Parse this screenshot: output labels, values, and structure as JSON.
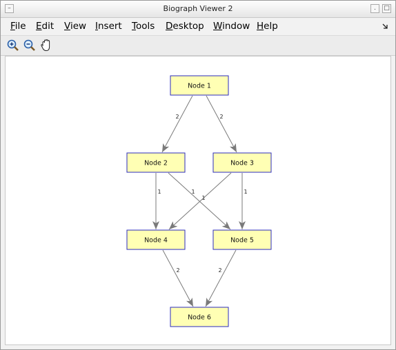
{
  "window": {
    "title": "Biograph Viewer 2",
    "controls": [
      "minimize",
      "maximize",
      "close"
    ]
  },
  "menubar": {
    "items": [
      {
        "label": "File",
        "mnemonic": "F",
        "rest": "ile"
      },
      {
        "label": "Edit",
        "mnemonic": "E",
        "rest": "dit"
      },
      {
        "label": "View",
        "mnemonic": "V",
        "rest": "iew"
      },
      {
        "label": "Insert",
        "mnemonic": "I",
        "rest": "nsert"
      },
      {
        "label": "Tools",
        "mnemonic": "T",
        "rest": "ools"
      },
      {
        "label": "Desktop",
        "mnemonic": "D",
        "rest": "esktop"
      },
      {
        "label": "Window",
        "mnemonic": "W",
        "rest": "indow"
      },
      {
        "label": "Help",
        "mnemonic": "H",
        "rest": "elp"
      }
    ],
    "dock_icon": "dock-arrow-icon"
  },
  "toolbar": {
    "tools": [
      {
        "name": "zoom-in-icon"
      },
      {
        "name": "zoom-out-icon"
      },
      {
        "name": "pan-hand-icon"
      }
    ]
  },
  "graph": {
    "node_fill": "#ffffb4",
    "node_stroke": "#2b2bbd",
    "edge_color": "#7a7a7a",
    "nodes": [
      {
        "id": "n1",
        "label": "Node 1"
      },
      {
        "id": "n2",
        "label": "Node 2"
      },
      {
        "id": "n3",
        "label": "Node 3"
      },
      {
        "id": "n4",
        "label": "Node 4"
      },
      {
        "id": "n5",
        "label": "Node 5"
      },
      {
        "id": "n6",
        "label": "Node 6"
      }
    ],
    "edges": [
      {
        "from": "n1",
        "to": "n2",
        "weight": "2"
      },
      {
        "from": "n1",
        "to": "n3",
        "weight": "2"
      },
      {
        "from": "n2",
        "to": "n4",
        "weight": "1"
      },
      {
        "from": "n2",
        "to": "n5",
        "weight": "1"
      },
      {
        "from": "n3",
        "to": "n4",
        "weight": "1"
      },
      {
        "from": "n3",
        "to": "n5",
        "weight": "1"
      },
      {
        "from": "n4",
        "to": "n6",
        "weight": "2"
      },
      {
        "from": "n5",
        "to": "n6",
        "weight": "2"
      }
    ]
  }
}
